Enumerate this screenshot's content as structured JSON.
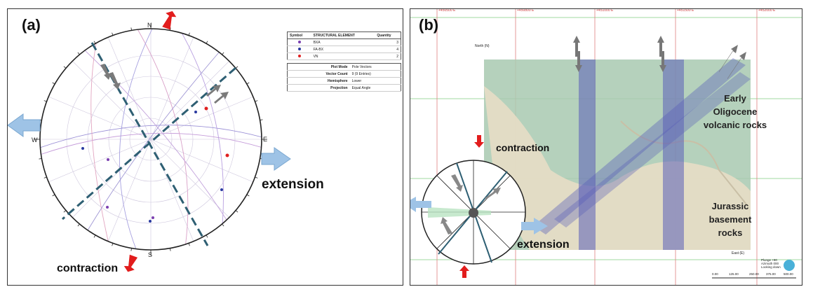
{
  "panel_a": {
    "label": "(a)",
    "compass": {
      "n": "N",
      "s": "S",
      "e": "E",
      "w": "W"
    },
    "extension_label": "extension",
    "contraction_label": "contraction",
    "legend": {
      "headers": [
        "Symbol",
        "STRUCTURAL ELEMENT",
        "Quantity"
      ],
      "rows": [
        {
          "name": "BXA",
          "quantity": "3",
          "color": "#7b3fb0"
        },
        {
          "name": "FA-BX",
          "quantity": "4",
          "color": "#2a3aa0"
        },
        {
          "name": "VN",
          "quantity": "2",
          "color": "#e02020"
        }
      ],
      "info": [
        {
          "key": "Plot Mode",
          "value": "Pole Vectors"
        },
        {
          "key": "Vector Count",
          "value": "9 (9 Entries)"
        },
        {
          "key": "Hemisphere",
          "value": "Lower"
        },
        {
          "key": "Projection",
          "value": "Equal Angle"
        }
      ]
    }
  },
  "panel_b": {
    "label": "(b)",
    "volcanic_label": "Early\nOligocene\nvolcanic rocks",
    "basement_label": "Jurassic\nbasement\nrocks",
    "contraction_label": "contraction",
    "extension_label": "extension",
    "grid_top_labels": [
      "+450500 E",
      "+450800 E",
      "+451000 E",
      "+451500 E",
      "+452000 E"
    ],
    "north_label": "North (N)",
    "east_label": "East (E)",
    "orientation": [
      "Plunge +90",
      "Azimuth 000",
      "Looking down"
    ],
    "scale_labels": [
      "0.00",
      "125.00",
      "250.00",
      "375.00",
      "500.00"
    ]
  },
  "colors": {
    "arrow_blue": "#9ec3e6",
    "arrow_red": "#e21d1d",
    "dash_line": "#2e5f73",
    "volcanic": "#8fbf9a",
    "basement": "#e6dcc6",
    "fault_blue": "#5a5fb8"
  }
}
